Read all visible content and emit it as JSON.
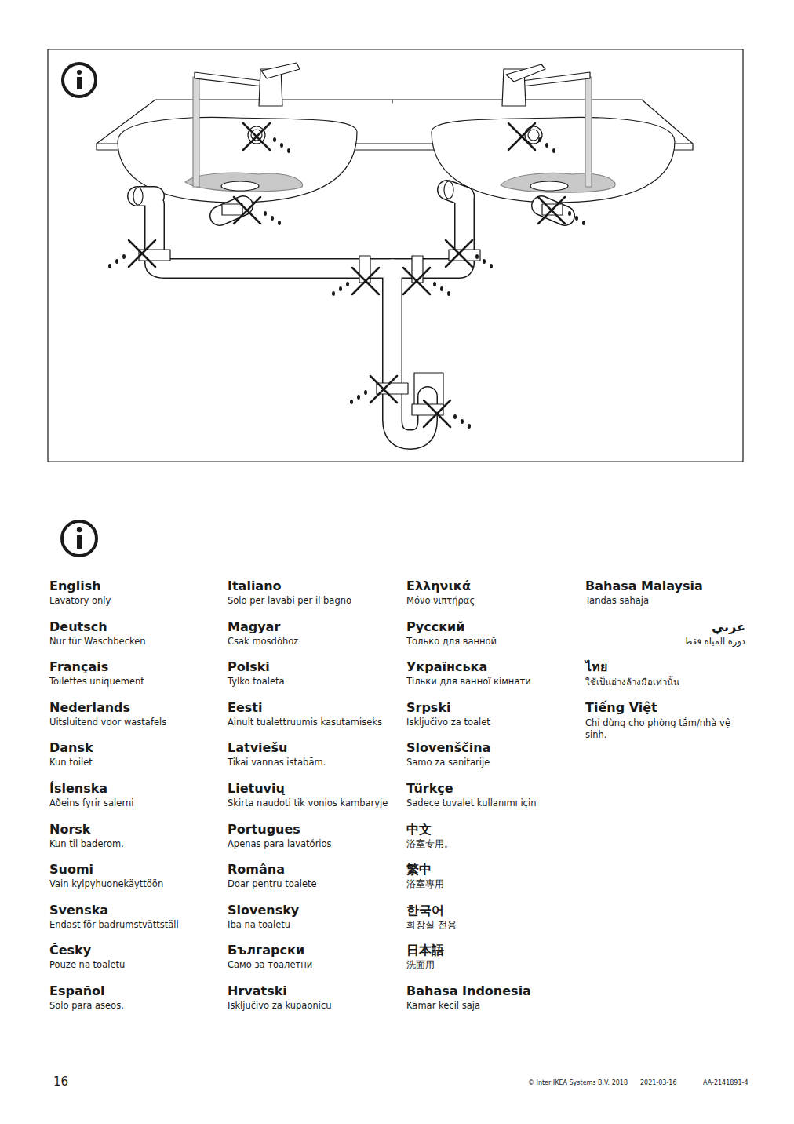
{
  "diagram": {
    "labels": [
      "English",
      "Lavatory only",
      "Deutsch",
      "Nur für Waschbecken",
      "Français",
      "Toilettes uniquement",
      "Nederlands",
      "Uitsluitend voor wastafels",
      "Dansk",
      "Kun toilet",
      "Íslenska",
      "Aðeins fyrir salerni",
      "Norsk",
      "Kun til baderom.",
      "Suomi",
      "Vain kylpyhuonekäyttöön",
      "Svenska",
      "Endast för badrumstvättställ",
      "Česky",
      "Pouze na toaletu",
      "Español",
      "Solo para aseos.",
      "Italiano",
      "Solo per lavabi per il bagno",
      "Magyar",
      "Csak mosdóhoz",
      "Polski",
      "Tylko toaleta",
      "Eesti",
      "Ainult tualettruumis kasutamiseks",
      "Latviešu",
      "Tikai vannas istabām.",
      "Lietuvių",
      "Skirta naudoti tik vonios kambaryje",
      "Portugues",
      "Apenas para lavatórios",
      "Româna",
      "Doar pentru toalete",
      "Slovensky",
      "Iba na toaletu",
      "Български",
      "Само за тоалетни",
      "Hrvatski",
      "Isključivo za kupaonicu",
      "Ελληνικά",
      "Μόνο νιπτήρας",
      "Русский",
      "Только для ванной",
      "Українська",
      "Тільки для ванної кімнати",
      "Srpski",
      "Isključivo za toalet",
      "Slovenščina",
      "Samo za sanitarije",
      "Türkçe",
      "Sadece tuvalet kullanımı için",
      "中文",
      "浴室专用。",
      "繁中",
      "浴室專用",
      "한국어",
      "화장실 전용",
      "日本語",
      "洗面用",
      "Bahasa Indonesia",
      "Kamar kecil saja",
      "Bahasa Malaysia",
      "Tandas sahaja",
      "عربي",
      "دورة المياه فقط",
      "ไทย",
      "ใช้เป็นอ่างล้างมือเท่านั้น",
      "Tiếng Việt",
      "Chỉ dùng cho phòng tắm/nhà vệ sinh.",
      "16",
      "© Inter IKEA Systems B.V. 2018",
      "2021-03-16",
      "AA-2141891-4"
    ]
  }
}
